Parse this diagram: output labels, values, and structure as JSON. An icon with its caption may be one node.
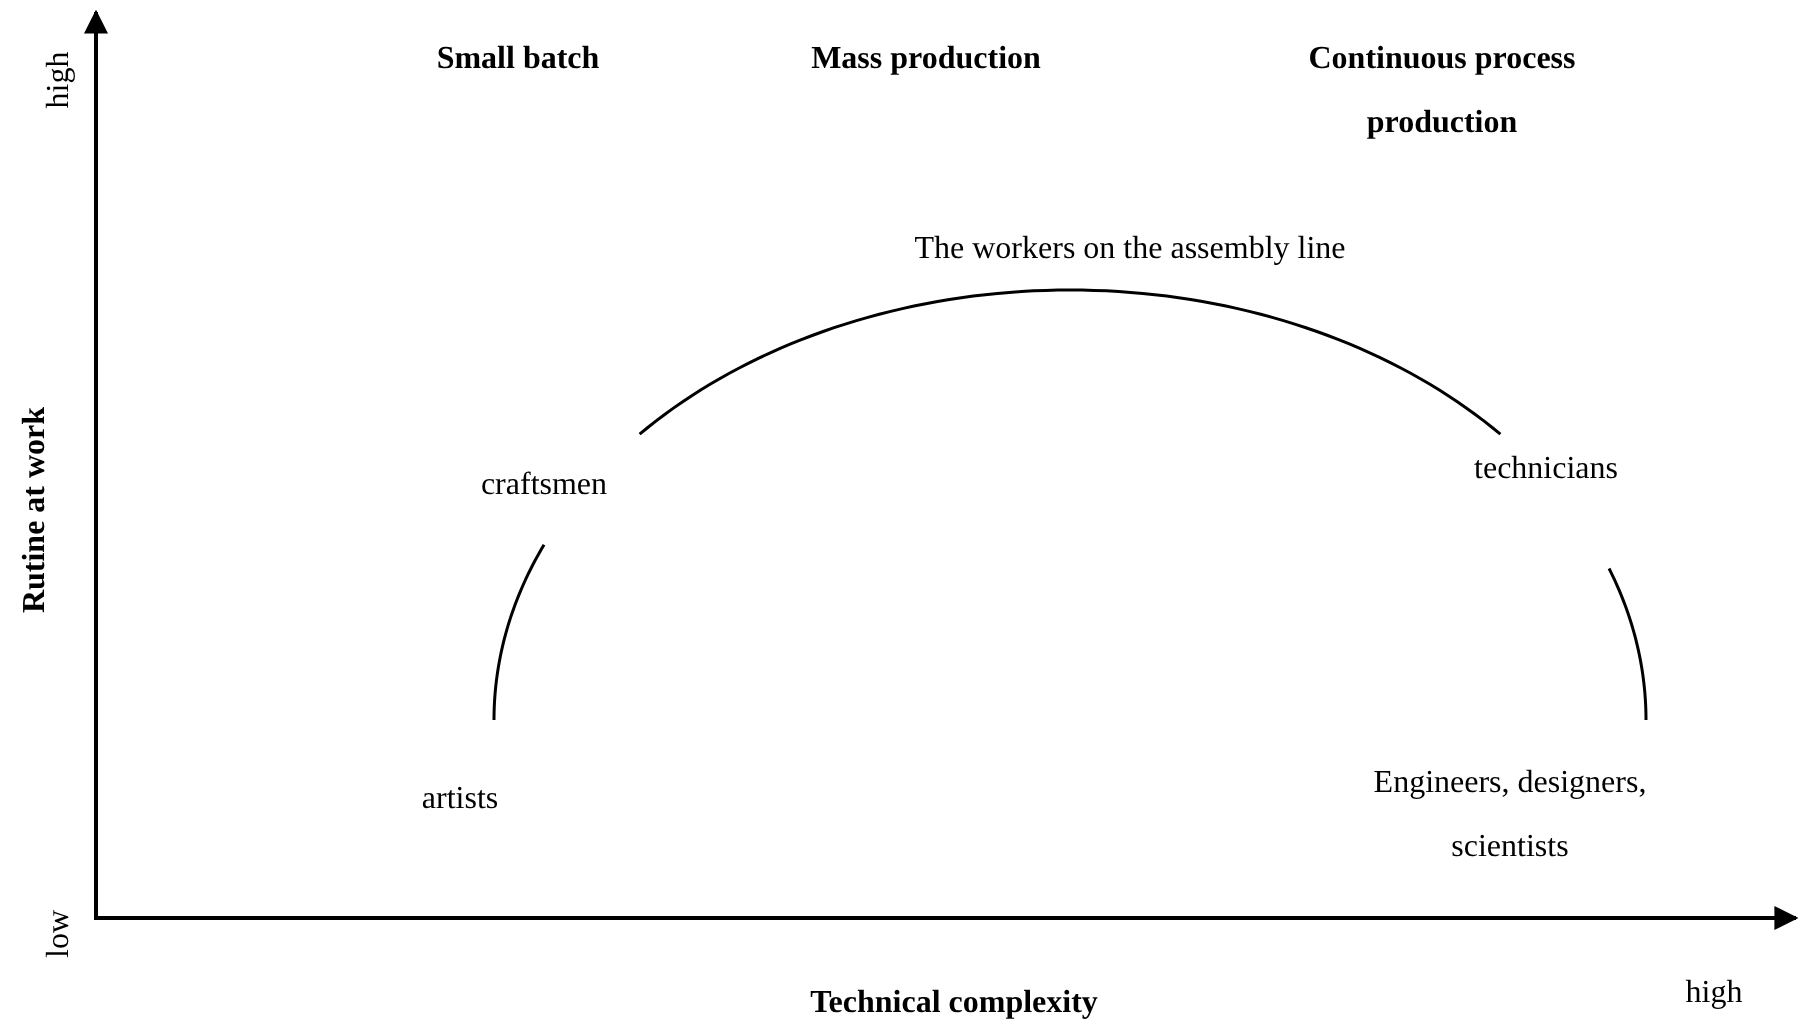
{
  "diagram": {
    "nodes": [
      {
        "text": [
          "artists"
        ]
      },
      {
        "text": [
          "craftsmen"
        ]
      },
      {
        "text": [
          "The workers on the assembly line"
        ]
      },
      {
        "text": [
          "technicians"
        ]
      },
      {
        "text": [
          "Engineers, designers, scientists"
        ]
      }
    ],
    "edges": [
      {
        "from": 0,
        "to": 1,
        "arrow": "none"
      },
      {
        "from": 1,
        "to": 2,
        "arrow": "none"
      },
      {
        "from": 2,
        "to": 3,
        "arrow": "none"
      },
      {
        "from": 3,
        "to": 4,
        "arrow": "none"
      }
    ],
    "labels": [
      "high",
      "Small batch",
      "Mass production",
      "Continuous process production",
      "Rutine at work",
      "low",
      "Technical complexity",
      "high"
    ]
  }
}
